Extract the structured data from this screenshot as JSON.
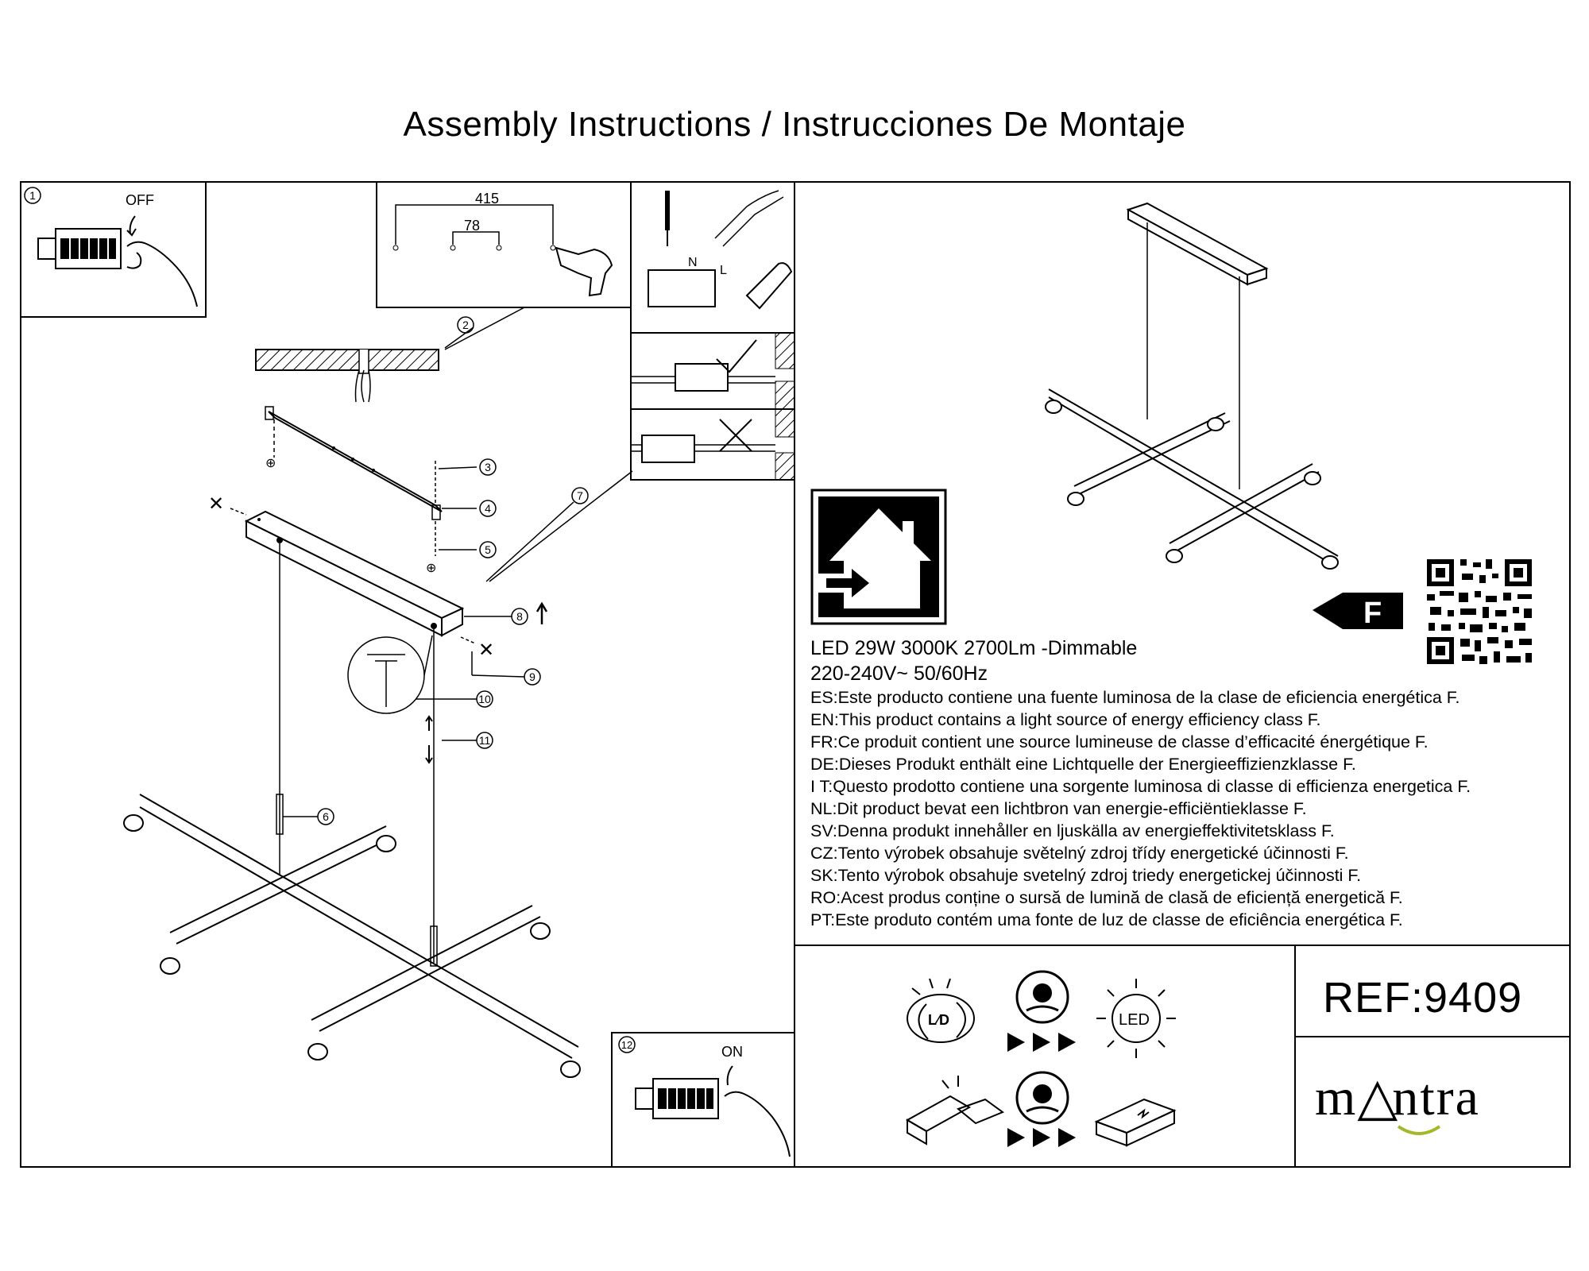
{
  "document": {
    "title": "Assembly Instructions / Instrucciones De Montaje"
  },
  "steps": {
    "s1": "1",
    "s2": "2",
    "s3": "3",
    "s4": "4",
    "s5": "5",
    "s6": "6",
    "s7": "7",
    "s8": "8",
    "s9": "9",
    "s10": "10",
    "s11": "11",
    "s12": "12"
  },
  "switch": {
    "off": "OFF",
    "on": "ON"
  },
  "drill": {
    "width": "415",
    "hole_spacing": "78"
  },
  "terminal": {
    "n": "N",
    "l": "L"
  },
  "specs": {
    "line1": "LED 29W 3000K 2700Lm -Dimmable",
    "line2": "220-240V~  50/60Hz"
  },
  "energy": {
    "class": "F",
    "statements": [
      "ES:Este producto contiene una fuente luminosa de la clase de eficiencia energética F.",
      "EN:This product contains a light source of energy efficiency class F.",
      "FR:Ce produit contient une source lumineuse de classe d’efficacité énergétique F.",
      "DE:Dieses Produkt enthält eine Lichtquelle der Energieeffizienzklasse F.",
      "I T:Questo prodotto contiene una sorgente luminosa di classe di efficienza energetica F.",
      "NL:Dit product bevat een lichtbron van energie-efficiëntieklasse F.",
      "SV:Denna produkt innehåller en ljuskälla av energieffektivitetsklass F.",
      "CZ:Tento výrobek obsahuje světelný zdroj třídy energetické účinnosti F.",
      "SK:Tento výrobok obsahuje svetelný zdroj triedy energetickej účinnosti F.",
      "RO:Acest produs conține o sursă de lumină de clasă de eficiență energetică F.",
      "PT:Este produto contém uma fonte de luz de classe de eficiência energética F."
    ]
  },
  "icons": {
    "led_label": "LED"
  },
  "product": {
    "ref": "REF:9409"
  },
  "brand": {
    "name_left": "m",
    "name_right": "ntra"
  },
  "icon_names": [
    "indoor-use-icon",
    "energy-class-arrow-icon",
    "qr-code-icon",
    "led-replace-icon",
    "technician-icon",
    "led-icon",
    "driver-replace-icon",
    "driver-icon",
    "circuit-breaker-icon",
    "drill-icon",
    "screwdriver-icon",
    "check-icon",
    "cross-icon"
  ]
}
